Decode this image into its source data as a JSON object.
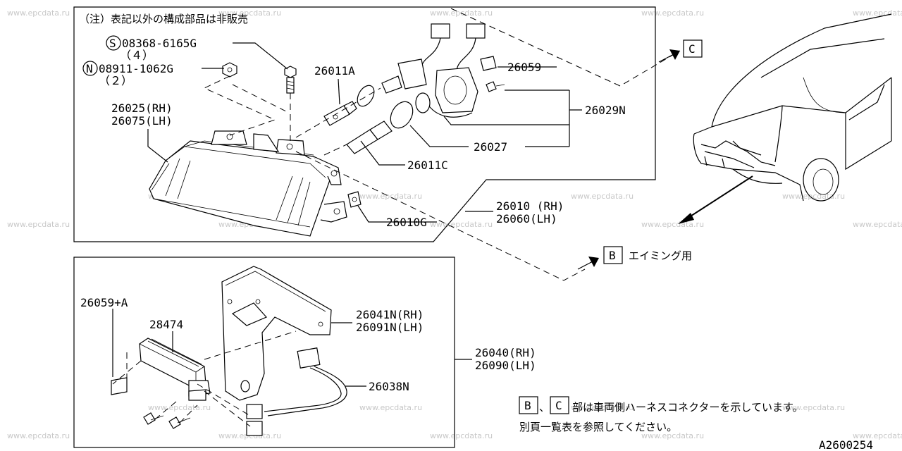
{
  "note_top": "（注）表記以外の構成部品は非販売",
  "callouts": {
    "screw_08368": "08368-6165G",
    "screw_08368_qty": "（４）",
    "nut_08911": "08911-1062G",
    "nut_08911_qty": "（２）",
    "symbol_s": "S",
    "symbol_n": "N",
    "bulb_26011a": "26011A",
    "cover_26059": "26059",
    "harness_26029n": "26029N",
    "lamp_26025": "26025(RH)",
    "lamp_26075": "26075(LH)",
    "cap_26027": "26027",
    "bulb_26011c": "26011C",
    "assy_26010": "26010 (RH)",
    "assy_26060": "26060(LH)",
    "grommet_26010g": "26010G",
    "label_26059a": "26059+A",
    "ballast_28474": "28474",
    "bracket_26041n": "26041N(RH)",
    "bracket_26091n": "26091N(LH)",
    "unit_26040": "26040(RH)",
    "unit_26090": "26090(LH)",
    "harness_26038n": "26038N"
  },
  "connectors": {
    "c_label": "C",
    "b_label": "B",
    "b_text": "エイミング用"
  },
  "footnote": {
    "box_b": "B",
    "sep": "、",
    "box_c": "C",
    "line1": "部は車両側ハーネスコネクターを示しています。",
    "line2": "別頁一覧表を参照してください。"
  },
  "diagram_code": "A2600254",
  "watermark": "www.epcdata.ru"
}
